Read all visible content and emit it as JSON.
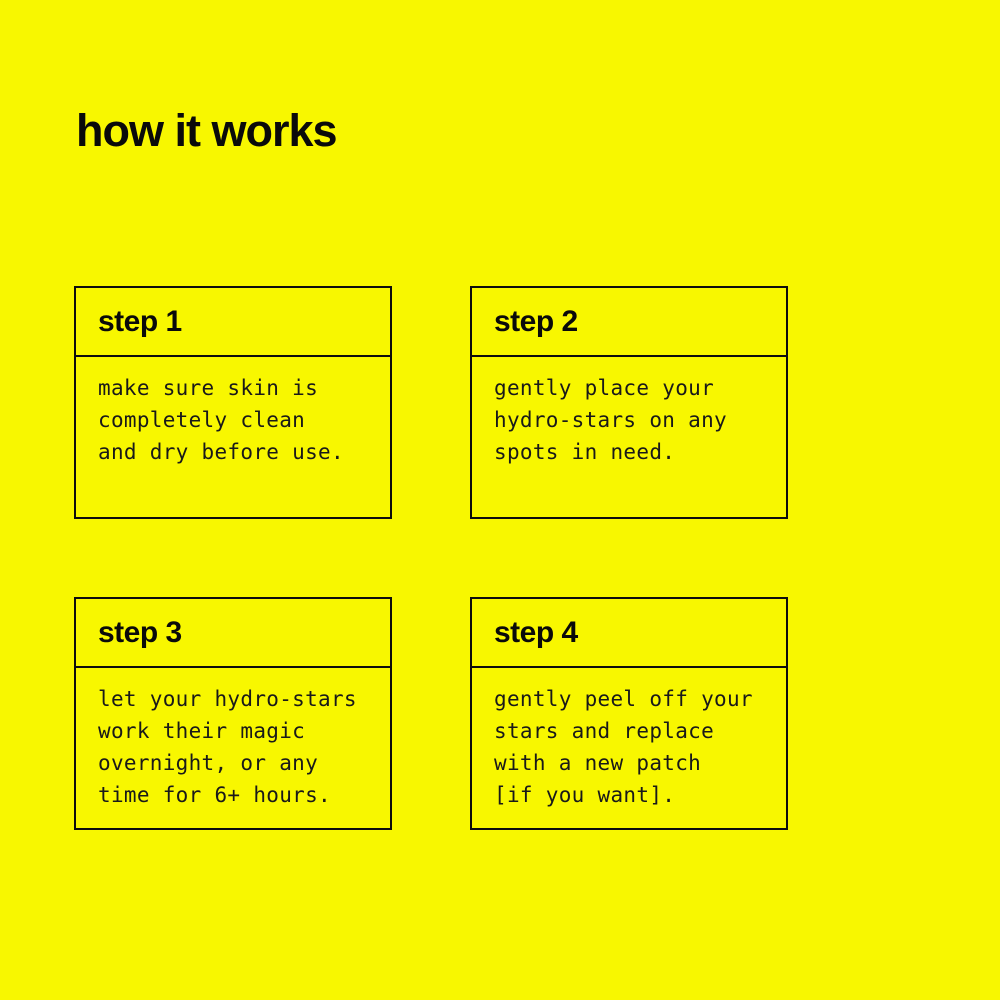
{
  "page": {
    "title": "how it works",
    "background_color": "#f8f700",
    "ink_color": "#0d0d0d"
  },
  "steps": [
    {
      "label": "step 1",
      "lines": [
        "make sure skin is",
        "completely clean",
        "and dry before use."
      ]
    },
    {
      "label": "step 2",
      "lines": [
        "gently place your",
        "hydro-stars on any",
        "spots in need."
      ]
    },
    {
      "label": "step 3",
      "lines": [
        "let your hydro-stars",
        "work their magic",
        "overnight, or any",
        "time for 6+ hours."
      ]
    },
    {
      "label": "step 4",
      "lines": [
        "gently peel off your",
        "stars and replace",
        "with a new patch",
        "[if you want]."
      ]
    }
  ]
}
